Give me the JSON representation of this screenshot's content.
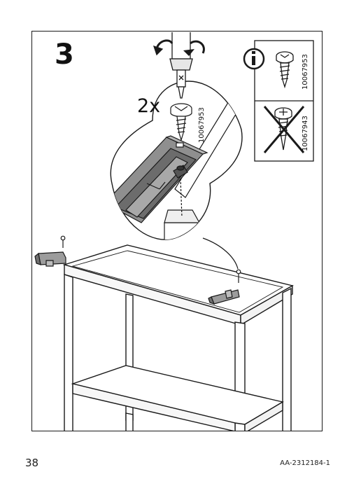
{
  "step": {
    "number": "3"
  },
  "instruction": {
    "quantity": "2x",
    "screw_code": "10067953"
  },
  "info_panel": {
    "correct_screw_code": "10067953",
    "wrong_screw_code": "10067943"
  },
  "footer": {
    "page_number": "38",
    "document_code": "AA-2312184-1"
  },
  "icons": [
    "screwdriver-icon",
    "info-icon",
    "screw-icon",
    "cross-mark-icon"
  ]
}
